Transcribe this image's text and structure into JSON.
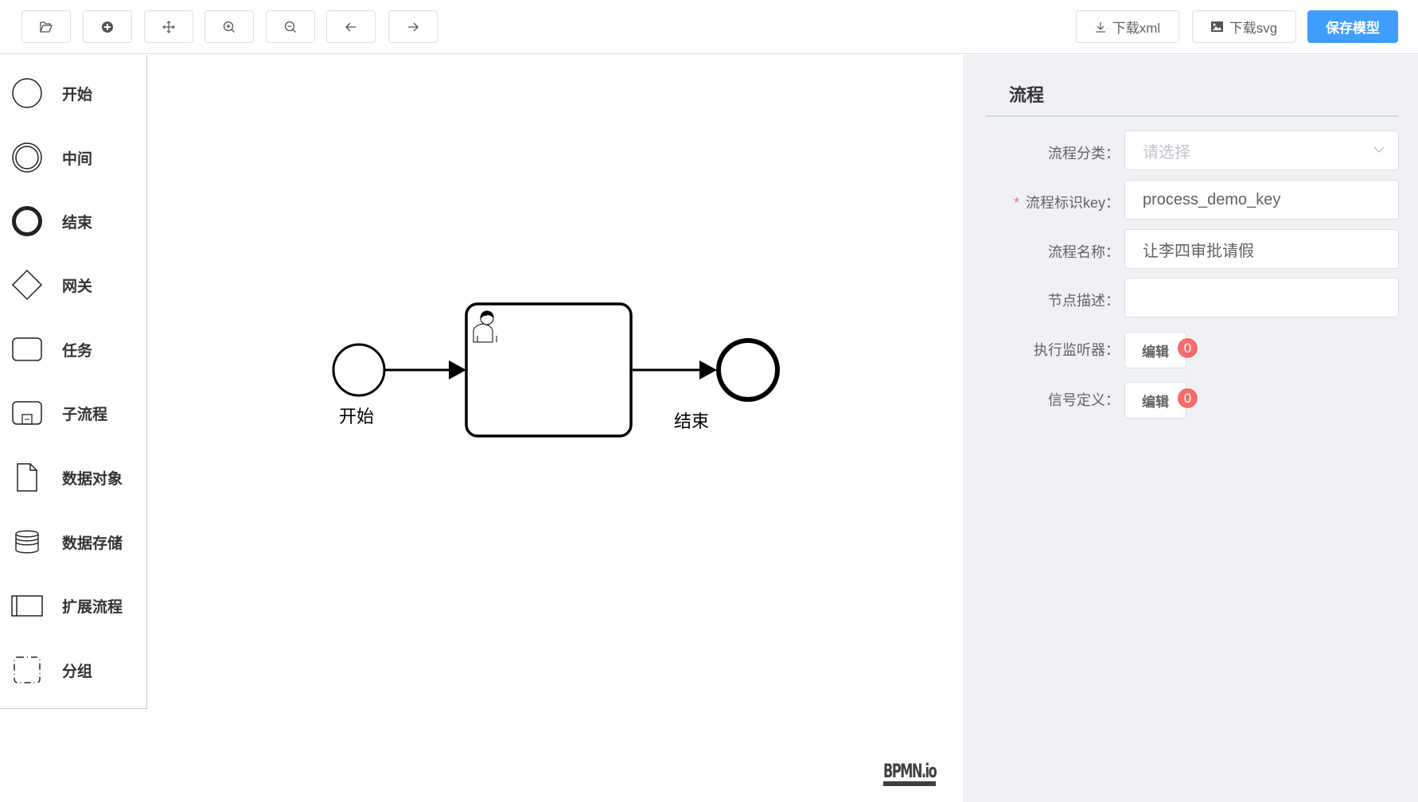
{
  "toolbar": {
    "buttons": [
      {
        "icon": "folder-open-icon"
      },
      {
        "icon": "plus-circle-icon"
      },
      {
        "icon": "move-icon"
      },
      {
        "icon": "zoom-in-icon"
      },
      {
        "icon": "zoom-out-icon"
      },
      {
        "icon": "undo-arrow-icon"
      },
      {
        "icon": "redo-arrow-icon"
      }
    ],
    "download_xml": "下载xml",
    "download_svg": "下载svg",
    "save": "保存模型"
  },
  "palette": {
    "items": [
      {
        "label": "开始"
      },
      {
        "label": "中间"
      },
      {
        "label": "结束"
      },
      {
        "label": "网关"
      },
      {
        "label": "任务"
      },
      {
        "label": "子流程"
      },
      {
        "label": "数据对象"
      },
      {
        "label": "数据存储"
      },
      {
        "label": "扩展流程"
      },
      {
        "label": "分组"
      }
    ]
  },
  "diagram": {
    "start_label": "开始",
    "end_label": "结束",
    "logo": "BPMN.io"
  },
  "panel": {
    "title": "流程",
    "category_label": "流程分类：",
    "category_placeholder": "请选择",
    "key_required": "*",
    "key_label": "流程标识key：",
    "key_value": "process_demo_key",
    "name_label": "流程名称：",
    "name_value": "让李四审批请假",
    "desc_label": "节点描述：",
    "desc_value": "",
    "listener_label": "执行监听器：",
    "listener_button": "编辑",
    "listener_count": "0",
    "signal_label": "信号定义：",
    "signal_button": "编辑",
    "signal_count": "0"
  },
  "colors": {
    "primary": "#409eff",
    "badge": "#f56c6c",
    "panel_bg": "#eff1f5"
  }
}
